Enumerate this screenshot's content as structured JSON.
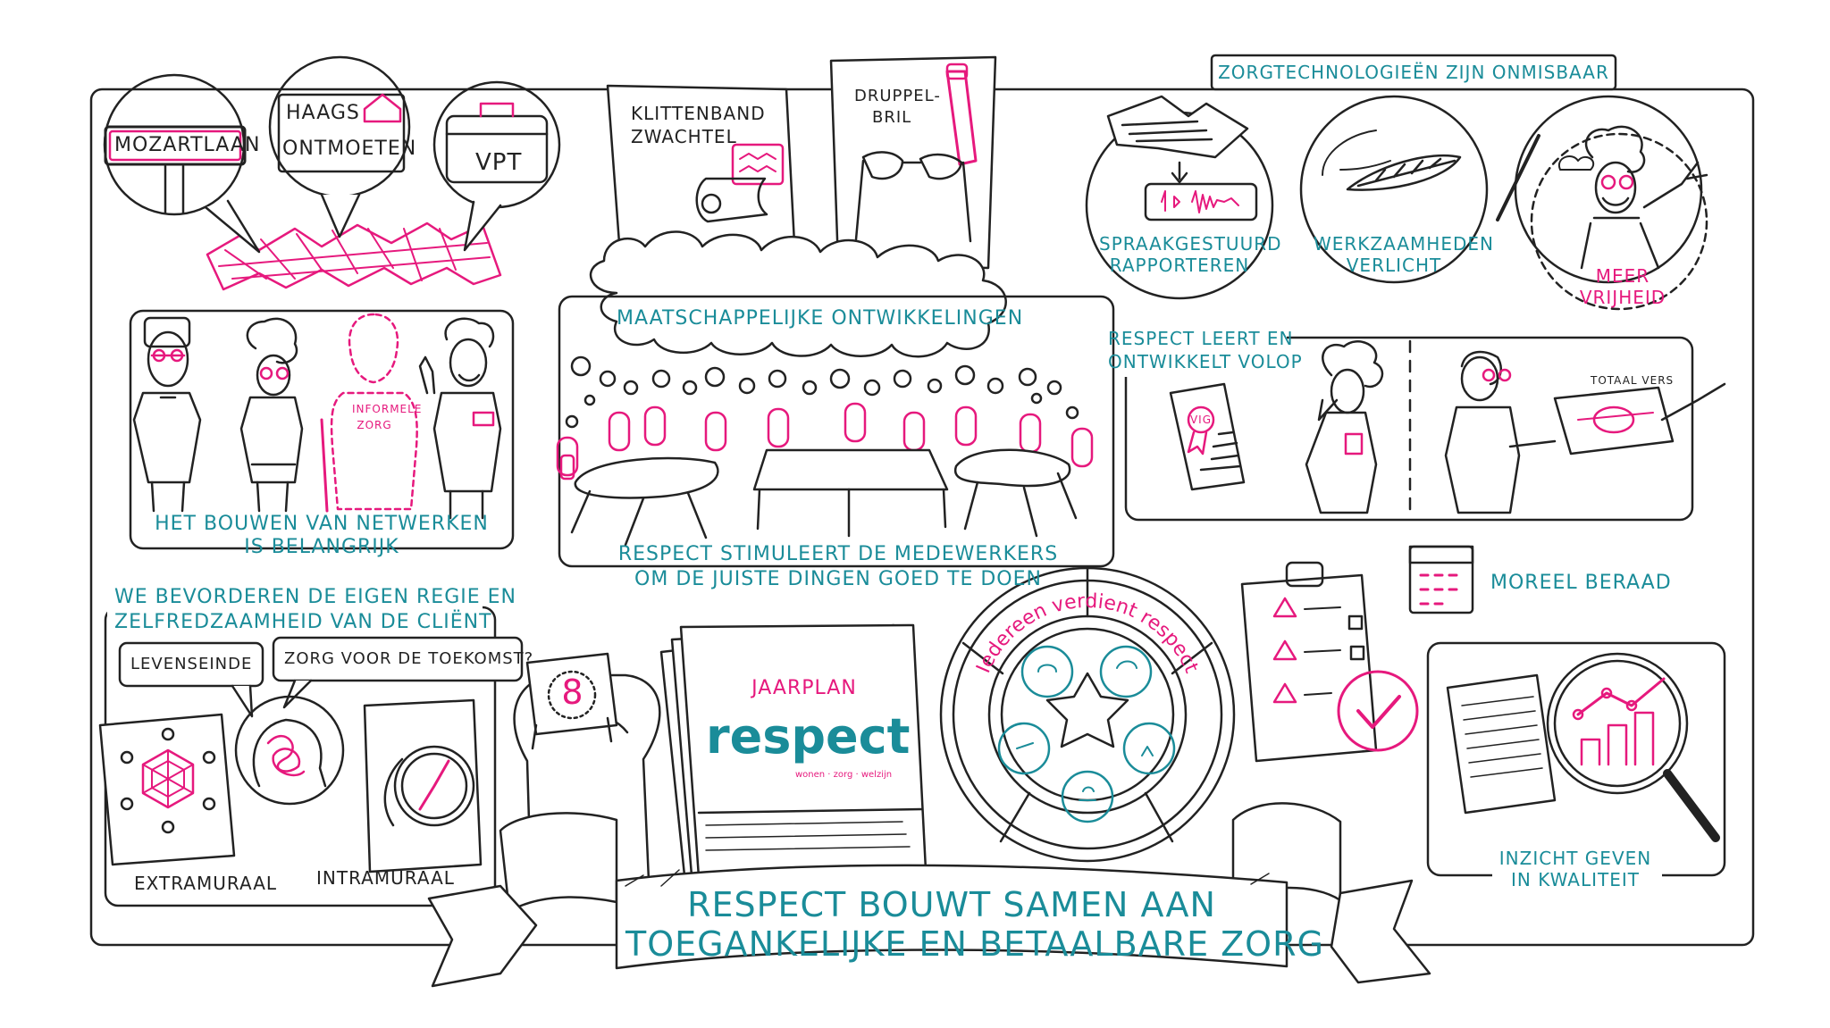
{
  "colors": {
    "accent_teal": "#1a8c99",
    "accent_pink": "#e6197d",
    "ink": "#222222"
  },
  "signs": {
    "mozartlaan": "MOZARTLAAN",
    "haags_ontmoeten": [
      "HAAGS",
      "ONTMOETEN"
    ],
    "vpt": "VPT"
  },
  "network": {
    "informal_care": [
      "INFORMELE",
      "ZORG"
    ],
    "caption": [
      "HET BOUWEN VAN NETWERKEN",
      "IS BELANGRIJK"
    ]
  },
  "papers": {
    "klittenband": [
      "KLITTENBAND",
      "ZWACHTEL"
    ],
    "druppelbril": [
      "DRUPPEL-",
      "BRIL"
    ]
  },
  "society": {
    "cloud_label": "MAATSCHAPPELIJKE ONTWIKKELINGEN",
    "caption": [
      "RESPECT STIMULEERT DE MEDEWERKERS",
      "OM DE JUISTE DINGEN GOED TE DOEN"
    ]
  },
  "tech": {
    "title": "ZORGTECHNOLOGIEËN ZIJN ONMISBAAR",
    "speech": [
      "SPRAAKGESTUURD",
      "RAPPORTEREN"
    ],
    "lighter": [
      "WERKZAAMHEDEN",
      "VERLICHT"
    ],
    "freedom": [
      "MEER",
      "VRIJHEID"
    ]
  },
  "learning": {
    "title": [
      "RESPECT LEERT EN",
      "ONTWIKKELT VOLOP"
    ],
    "badge": "VIG",
    "fresh": "TOTAAL VERS"
  },
  "regie": {
    "title": [
      "WE BEVORDEREN DE EIGEN REGIE EN",
      "ZELFREDZAAMHEID VAN DE CLIËNT"
    ],
    "bubble_end": "LEVENSEINDE",
    "bubble_future": "ZORG VOOR DE TOEKOMST?",
    "extramural": "EXTRAMURAAL",
    "intramural": "INTRAMURAAL"
  },
  "score": {
    "number": "8"
  },
  "plan": {
    "title": "JAARPLAN",
    "brand": "respect",
    "tagline": "wonen · zorg · welzijn"
  },
  "wheel": {
    "motto": "Iedereen verdient respect"
  },
  "moreel": {
    "label": "MOREEL BERAAD"
  },
  "quality": {
    "caption": [
      "INZICHT GEVEN",
      "IN KWALITEIT"
    ]
  },
  "banner": {
    "text": [
      "RESPECT BOUWT SAMEN AAN",
      "TOEGANKELIJKE EN BETAALBARE ZORG"
    ]
  }
}
